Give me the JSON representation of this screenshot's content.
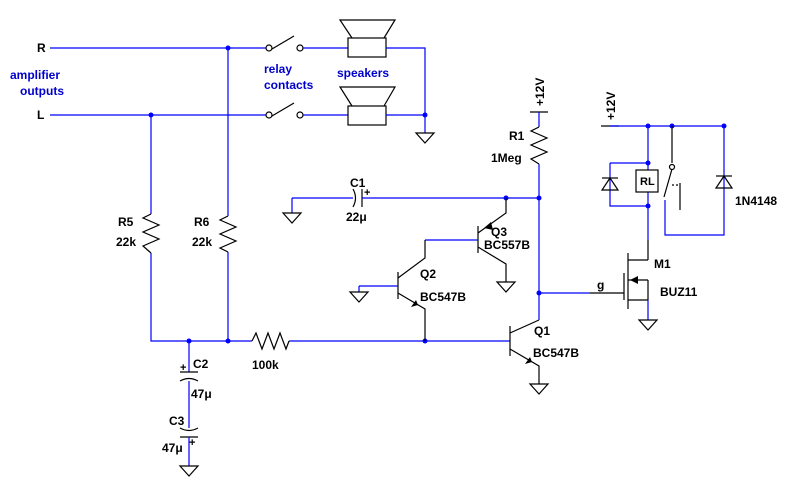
{
  "inputs": {
    "right": "R",
    "left": "L",
    "caption_line1": "amplifier",
    "caption_line2": "outputs"
  },
  "relay_contacts": {
    "line1": "relay",
    "line2": "contacts"
  },
  "speakers": "speakers",
  "supplies": {
    "left": "+12V",
    "right": "+12V"
  },
  "R1": {
    "name": "R1",
    "value": "1Meg"
  },
  "R5": {
    "name": "R5",
    "value": "22k"
  },
  "R6": {
    "name": "R6",
    "value": "22k"
  },
  "R_series": {
    "value": "100k"
  },
  "C1": {
    "name": "C1",
    "value": "22μ"
  },
  "C2": {
    "name": "C2",
    "value": "47μ"
  },
  "C3": {
    "name": "C3",
    "value": "47μ"
  },
  "Q1": {
    "name": "Q1",
    "type": "BC547B"
  },
  "Q2": {
    "name": "Q2",
    "type": "BC547B"
  },
  "Q3": {
    "name": "Q3",
    "type": "BC557B"
  },
  "M1": {
    "name": "M1",
    "type": "BUZ11",
    "gate": "g"
  },
  "relay_coil": "RL",
  "diode": "1N4148",
  "cap_plus": "+"
}
